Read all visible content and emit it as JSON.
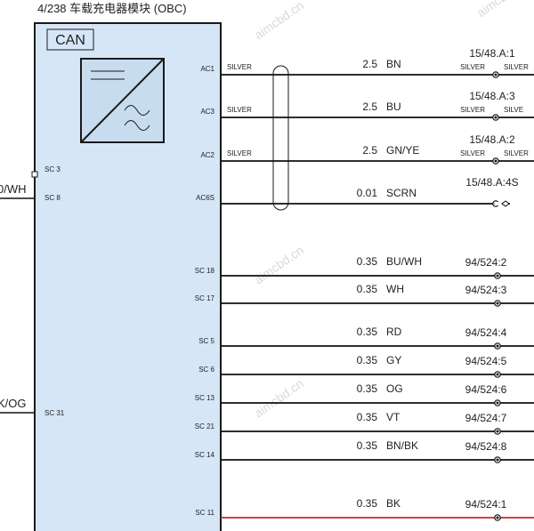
{
  "module": {
    "title": "4/238 车载充电器模块 (OBC)",
    "can_label": "CAN"
  },
  "left_wires": [
    {
      "label": "0/WH",
      "pin": "SC 8"
    },
    {
      "label": "K/OG",
      "pin": "SC 31"
    }
  ],
  "left_pins_extra": [
    "SC 3"
  ],
  "power_wires": [
    {
      "pin": "AC1",
      "insulation": "SILVER",
      "gauge": "2.5",
      "color_code": "BN",
      "connector": "15/48.A:1",
      "ins_left": "SILVER",
      "ins_right": "SILVER"
    },
    {
      "pin": "AC3",
      "insulation": "SILVER",
      "gauge": "2.5",
      "color_code": "BU",
      "connector": "15/48.A:3",
      "ins_left": "SILVER",
      "ins_right": "SILVE"
    },
    {
      "pin": "AC2",
      "insulation": "SILVER",
      "gauge": "2.5",
      "color_code": "GN/YE",
      "connector": "15/48.A:2",
      "ins_left": "SILVER",
      "ins_right": "SILVER"
    },
    {
      "pin": "AC6S",
      "insulation": "",
      "gauge": "0.01",
      "color_code": "SCRN",
      "connector": "15/48.A:4S",
      "ins_left": "",
      "ins_right": ""
    }
  ],
  "signal_wires": [
    {
      "pin": "SC 18",
      "gauge": "0.35",
      "color_code": "BU/WH",
      "connector": "94/524:2",
      "wire_color": "#111111"
    },
    {
      "pin": "SC 17",
      "gauge": "0.35",
      "color_code": "WH",
      "connector": "94/524:3",
      "wire_color": "#111111"
    },
    {
      "pin": "SC 5",
      "gauge": "0.35",
      "color_code": "RD",
      "connector": "94/524:4",
      "wire_color": "#111111"
    },
    {
      "pin": "SC 6",
      "gauge": "0.35",
      "color_code": "GY",
      "connector": "94/524:5",
      "wire_color": "#111111"
    },
    {
      "pin": "SC 13",
      "gauge": "0.35",
      "color_code": "OG",
      "connector": "94/524:6",
      "wire_color": "#111111"
    },
    {
      "pin": "SC 21",
      "gauge": "0.35",
      "color_code": "VT",
      "connector": "94/524:7",
      "wire_color": "#111111"
    },
    {
      "pin": "SC 14",
      "gauge": "0.35",
      "color_code": "BN/BK",
      "connector": "94/524:8",
      "wire_color": "#111111"
    },
    {
      "pin": "SC 11",
      "gauge": "0.35",
      "color_code": "BK",
      "connector": "94/524:1",
      "wire_color": "#d62020"
    }
  ],
  "watermark": "aimcbd.cn",
  "colors": {
    "module_fill": "#d6e6f6",
    "module_stroke": "#1a1a1a",
    "wire": "#111111"
  }
}
